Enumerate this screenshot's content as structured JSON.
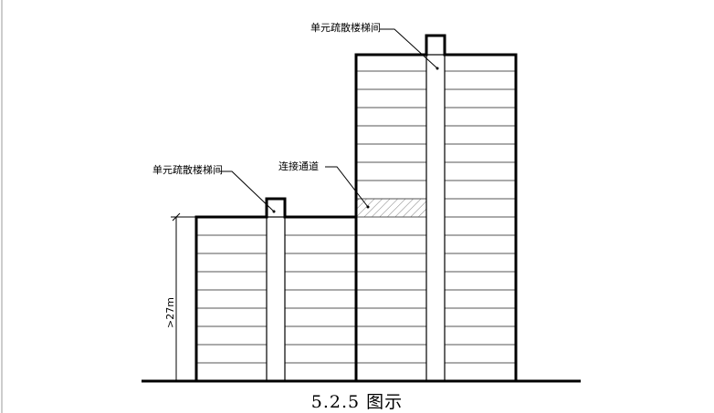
{
  "labels": {
    "stair_tall": "单元疏散楼梯间",
    "stair_low": "单元疏散楼梯间",
    "connector": "连接通道",
    "height_dim": ">27m"
  },
  "caption": "5.2.5 图示",
  "colors": {
    "line": "#000000",
    "thin_line": "#555555",
    "hatch": "#7a7a7a",
    "background": "#ffffff"
  }
}
